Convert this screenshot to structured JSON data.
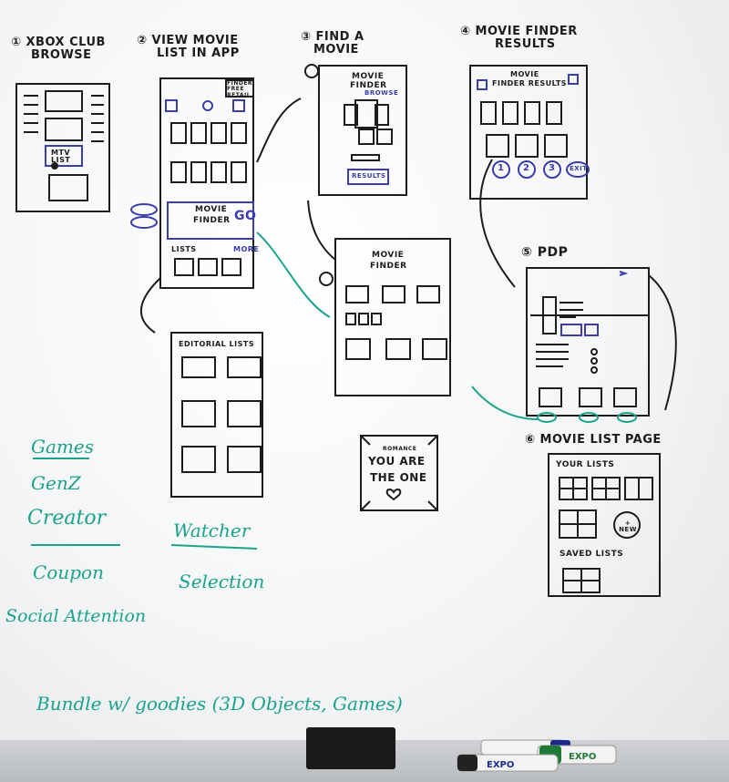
{
  "steps": [
    {
      "title_line1": "① XBOX CLUB",
      "title_line2": "BROWSE",
      "inline": "MTV LIST"
    },
    {
      "title_line1": "② VIEW MOVIE",
      "title_line2": "LIST IN APP",
      "callout": "FINDER FREE RETAIL",
      "bar_label_1": "MOVIE",
      "bar_label_2": "FINDER",
      "bar_go": "GO",
      "lists_label": "LISTS",
      "more_label": "MORE",
      "editorial_title": "EDITORIAL LISTS"
    },
    {
      "title_line1": "③ FIND A",
      "title_line2": "MOVIE",
      "screen_label_1": "MOVIE",
      "screen_label_2": "FINDER",
      "browse": "BROWSE",
      "results_button": "RESULTS",
      "lower_label_1": "MOVIE",
      "lower_label_2": "FINDER"
    },
    {
      "title_line1": "④ MOVIE FINDER",
      "title_line2": "RESULTS",
      "screen_label_1": "MOVIE",
      "screen_label_2": "FINDER RESULTS",
      "page_1": "1",
      "page_2": "2",
      "page_3": "3",
      "exit": "EXIT"
    },
    {
      "title": "⑤ PDP"
    },
    {
      "title": "⑥ MOVIE LIST PAGE",
      "your_lists": "YOUR LISTS",
      "new_label": "+ NEW",
      "saved_lists": "SAVED LISTS"
    }
  ],
  "romance_card": {
    "tag": "ROMANCE",
    "line1": "YOU ARE",
    "line2": "THE ONE"
  },
  "side_notes": {
    "col1": [
      "Games",
      "GenZ",
      "Creator",
      "Coupon",
      "Social Attention"
    ],
    "col2": [
      "Watcher",
      "Selection"
    ]
  },
  "bottom_note": "Bundle w/ goodies (3D Objects, Games)",
  "marker_label": "EXPO",
  "colors": {
    "teal": "#1aa38c",
    "blue": "#3a3cb0",
    "ink": "#1c1c1c"
  }
}
